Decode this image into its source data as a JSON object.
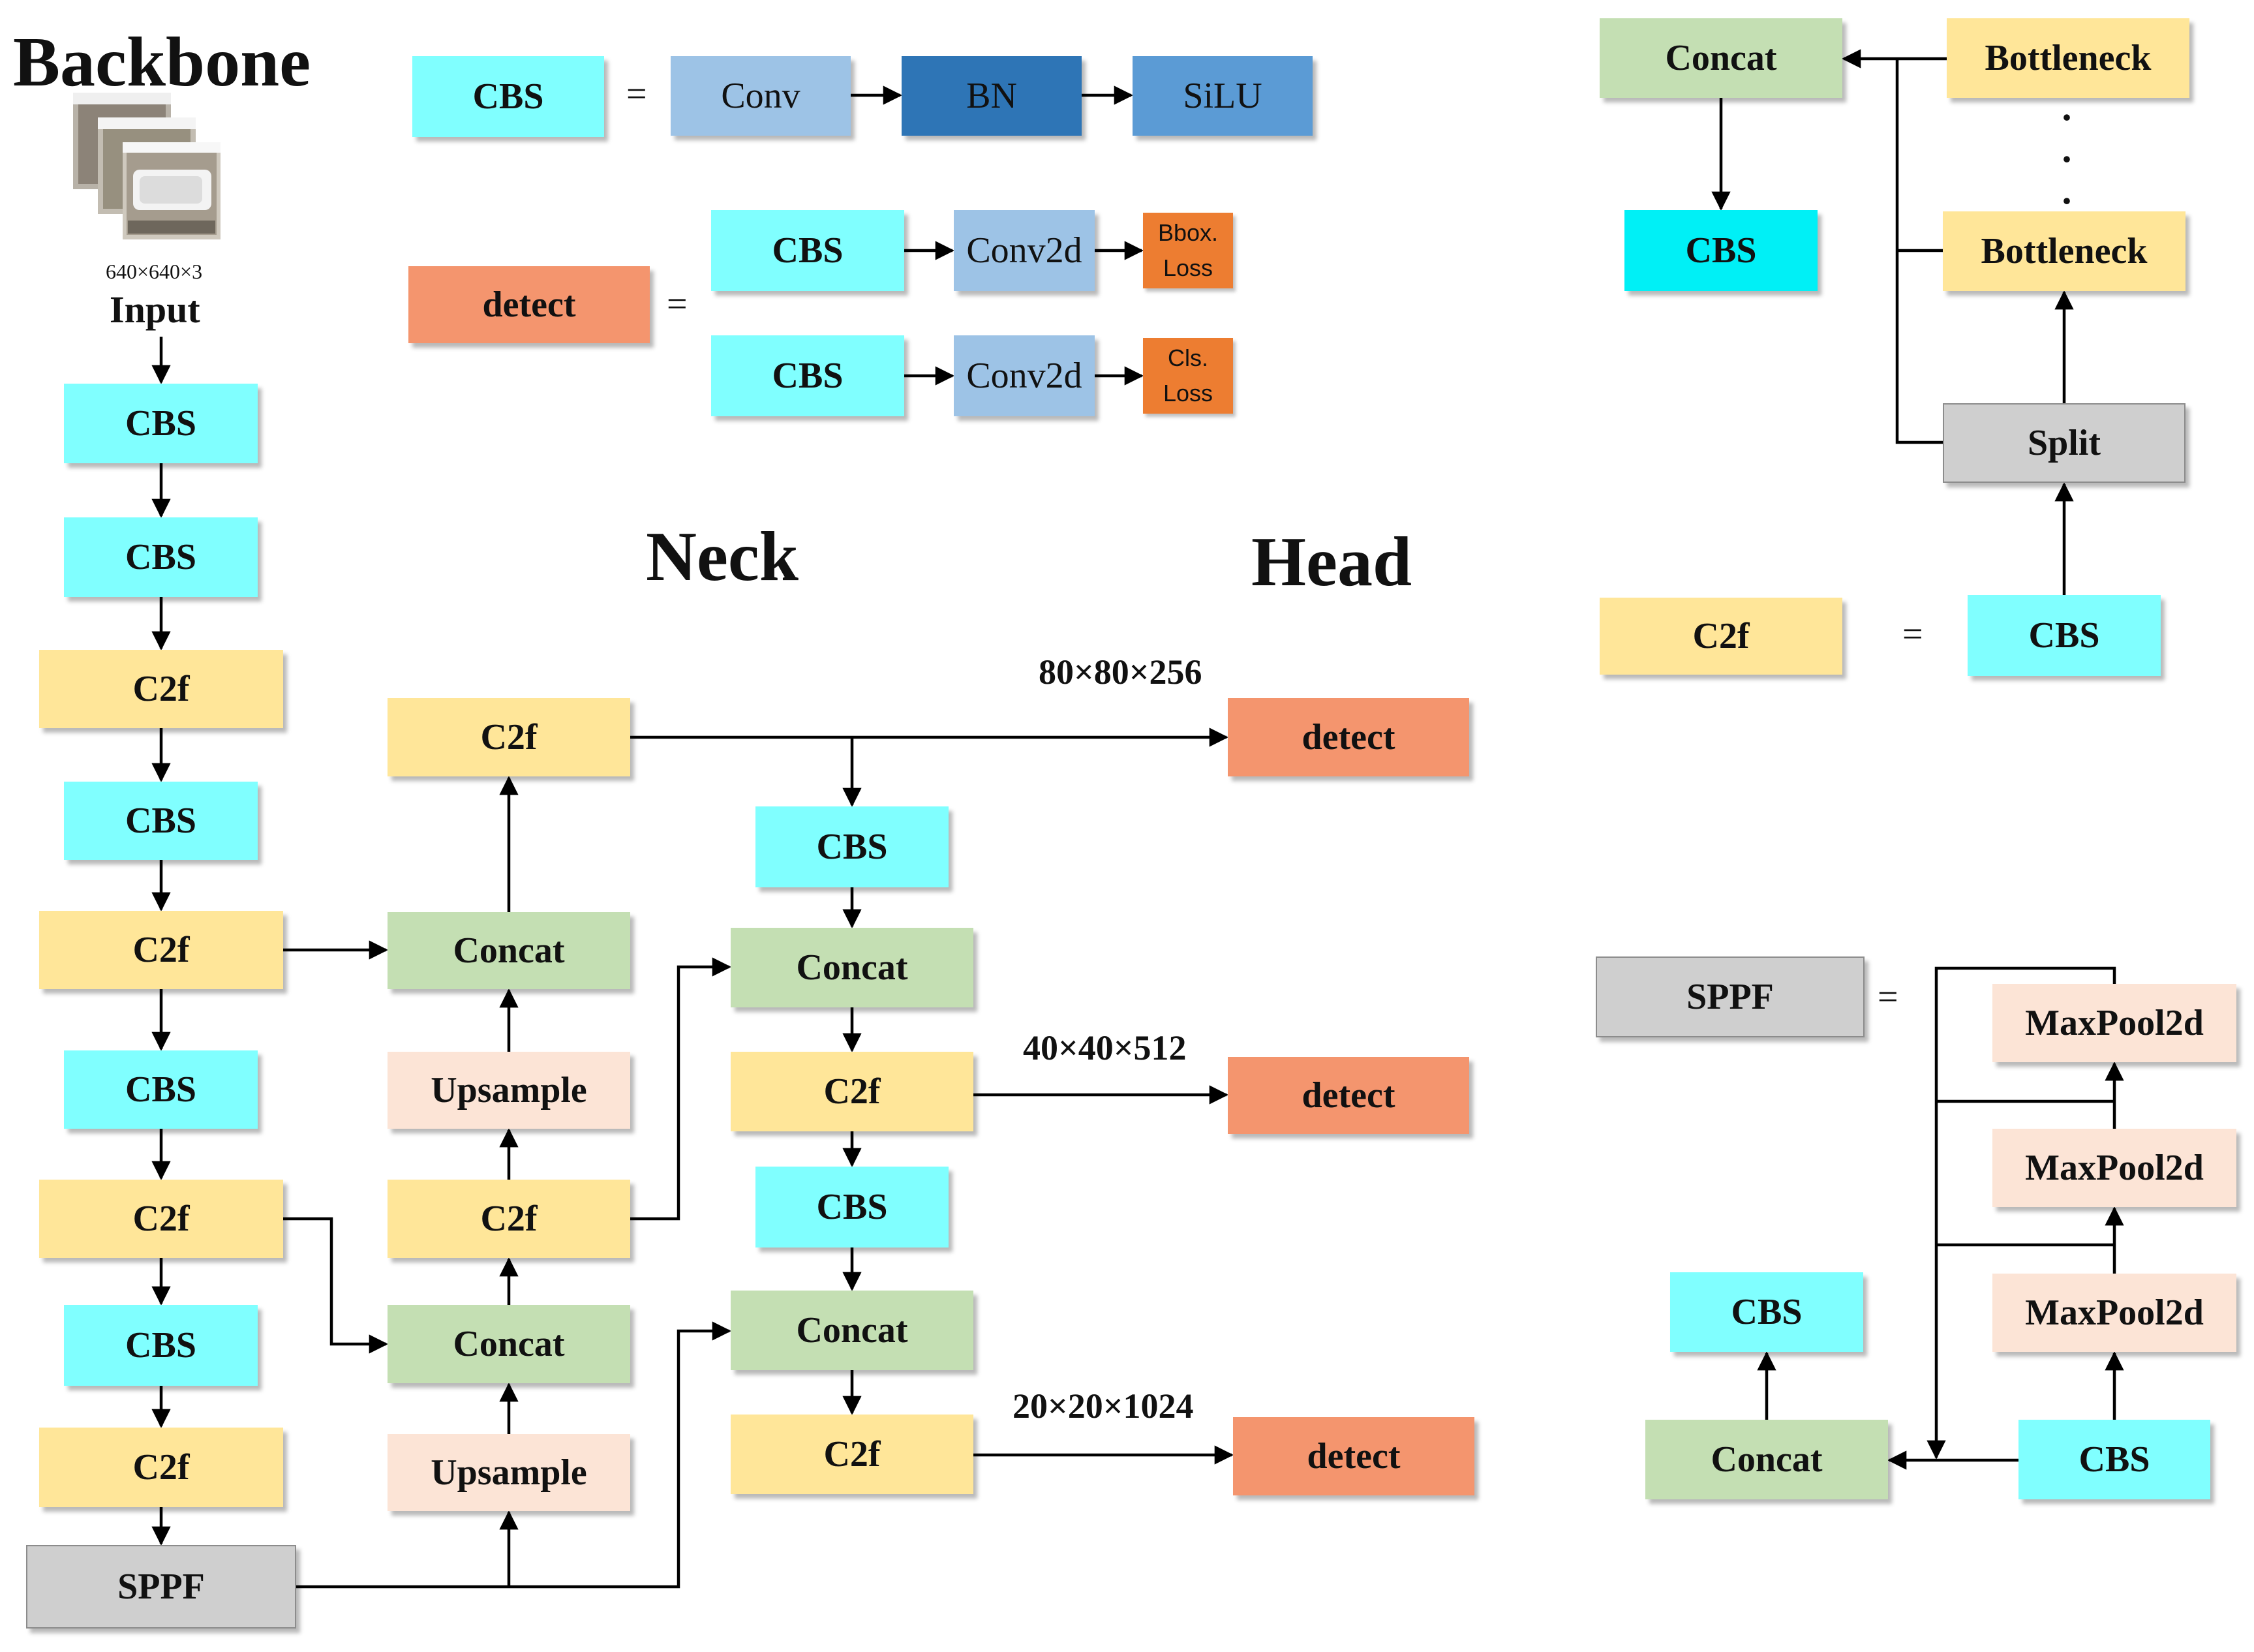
{
  "titles": {
    "backbone": "Backbone",
    "neck": "Neck",
    "head": "Head"
  },
  "input": {
    "size": "640×640×3",
    "label": "Input",
    "thumb_icon": "stacked-photo-thumbnail-icon"
  },
  "eq": "=",
  "dims": {
    "p3": "80×80×256",
    "p4": "40×40×512",
    "p5": "20×20×1024"
  },
  "labels": {
    "cbs": "CBS",
    "c2f": "C2f",
    "sppf": "SPPF",
    "concat": "Concat",
    "upsample": "Upsample",
    "detect": "detect",
    "conv": "Conv",
    "bn": "BN",
    "silu": "SiLU",
    "conv2d": "Conv2d",
    "bbox_loss": "Bbox.\nLoss",
    "cls_loss": "Cls.\nLoss",
    "bottleneck": "Bottleneck",
    "split": "Split",
    "maxpool": "MaxPool2d"
  },
  "colors": {
    "cbs": "#80FFFF",
    "cbs_bright": "#00F0F6",
    "c2f": "#FFE699",
    "concat": "#C4DFB3",
    "upsample": "#FCE4D6",
    "detect": "#F4956E",
    "sppf": "#CFCFCF",
    "conv": "#9DC3E6",
    "bn": "#2E75B6",
    "silu": "#5B9BD5",
    "loss": "#ED7D31",
    "maxpool": "#FCE4D6"
  },
  "dots": "·"
}
